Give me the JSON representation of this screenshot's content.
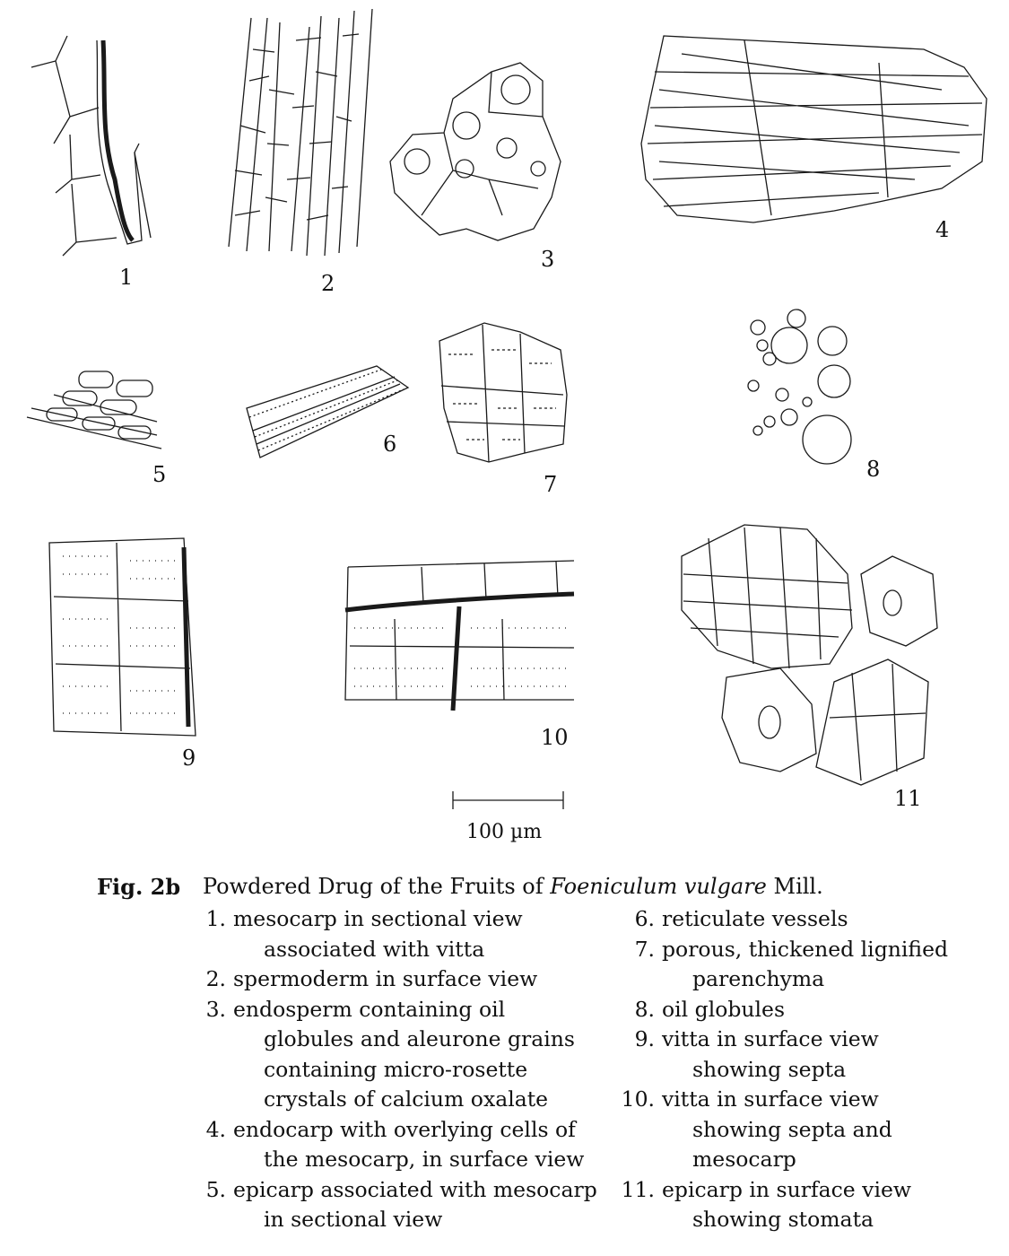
{
  "figure": {
    "numbers": [
      "1",
      "2",
      "3",
      "4",
      "5",
      "6",
      "7",
      "8",
      "9",
      "10",
      "11"
    ],
    "scale_label": "100 µm"
  },
  "caption": {
    "label": "Fig. 2b",
    "title_prefix": "Powdered Drug of the Fruits of ",
    "title_species": "Foeniculum vulgare",
    "title_suffix": " Mill.",
    "items": [
      {
        "n": "1.",
        "lines": [
          "mesocarp in sectional view",
          "associated with vitta"
        ]
      },
      {
        "n": "2.",
        "lines": [
          "spermoderm in surface view"
        ]
      },
      {
        "n": "3.",
        "lines": [
          "endosperm containing oil",
          "globules and aleurone grains",
          "containing micro-rosette",
          "crystals of calcium oxalate"
        ]
      },
      {
        "n": "4.",
        "lines": [
          "endocarp with overlying cells of",
          "the mesocarp, in surface view"
        ]
      },
      {
        "n": "5.",
        "lines": [
          "epicarp associated with mesocarp",
          "in sectional view"
        ]
      },
      {
        "n": "6.",
        "lines": [
          "reticulate vessels"
        ]
      },
      {
        "n": "7.",
        "lines": [
          "porous, thickened lignified",
          "parenchyma"
        ]
      },
      {
        "n": "8.",
        "lines": [
          "oil globules"
        ]
      },
      {
        "n": "9.",
        "lines": [
          "vitta in surface view",
          "showing septa"
        ]
      },
      {
        "n": "10.",
        "lines": [
          "vitta in surface view",
          "showing septa and",
          "mesocarp"
        ]
      },
      {
        "n": "11.",
        "lines": [
          "epicarp in surface view",
          "showing stomata"
        ]
      }
    ]
  }
}
